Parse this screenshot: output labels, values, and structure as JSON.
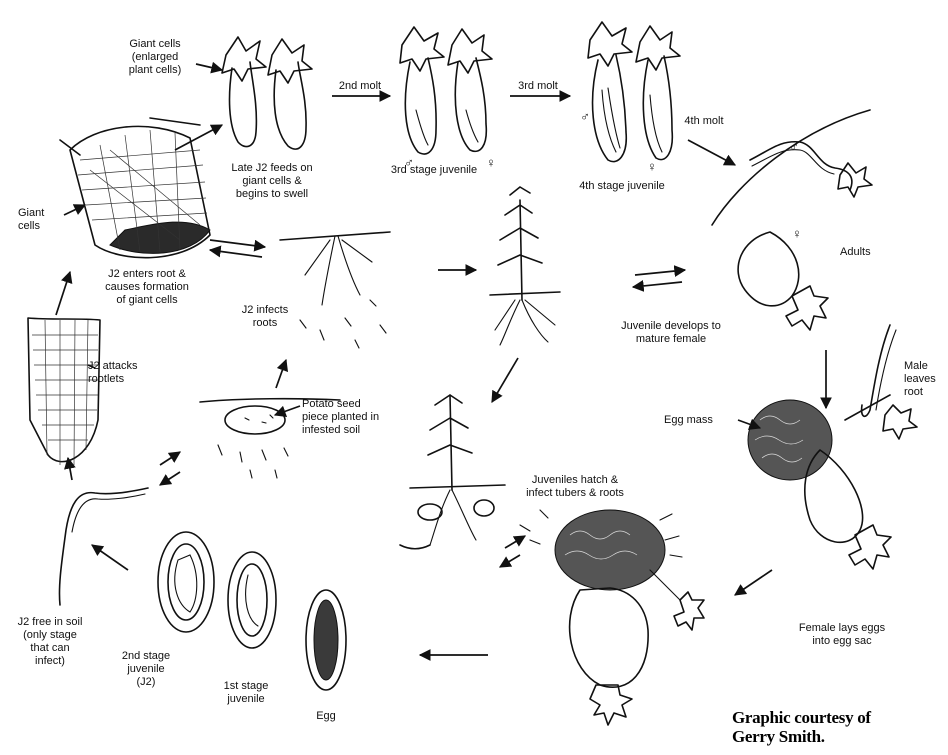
{
  "labels": {
    "giant_cells_enlarged": "Giant cells\n(enlarged\nplant cells)",
    "molt_2nd": "2nd molt",
    "molt_3rd": "3rd molt",
    "molt_4th": "4th molt",
    "late_j2": "Late J2 feeds on\ngiant cells &\nbegins to swell",
    "stage3": "3rd stage juvenile",
    "stage4": "4th stage juvenile",
    "giant_cells": "Giant\ncells",
    "adults": "Adults",
    "j2_enters_root": "J2 enters root &\ncauses formation\nof giant cells",
    "j2_infects_roots": "J2 infects\nroots",
    "juvenile_develops": "Juvenile develops to\nmature female",
    "j2_attacks_rootlets": "J2 attacks\nrootlets",
    "male_leaves_root": "Male\nleaves\nroot",
    "potato_seed": "Potato seed\npiece planted in\ninfested soil",
    "egg_mass": "Egg mass",
    "juveniles_hatch": "Juveniles hatch &\ninfect tubers & roots",
    "j2_free_in_soil": "J2 free in soil\n(only stage\nthat can\ninfect)",
    "stage2": "2nd stage\njuvenile\n(J2)",
    "stage1": "1st stage\njuvenile",
    "egg": "Egg",
    "female_lays_eggs": "Female lays eggs\ninto egg sac",
    "credit": "Graphic courtesy of\nGerry Smith."
  },
  "symbols": {
    "male": "♂",
    "female": "♀"
  }
}
